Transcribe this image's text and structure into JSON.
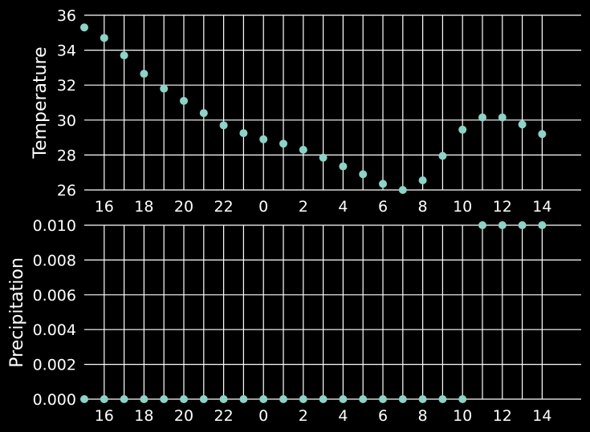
{
  "chart_data": [
    {
      "type": "scatter",
      "ylabel": "Temperature",
      "xlabel": "",
      "x_tick_labels": [
        "16",
        "18",
        "20",
        "22",
        "0",
        "2",
        "4",
        "6",
        "8",
        "10",
        "12",
        "14"
      ],
      "y_tick_labels": [
        "26",
        "28",
        "30",
        "32",
        "34",
        "36"
      ],
      "ylim": [
        26,
        36
      ],
      "grid": true,
      "marker_color": "#8dd3c7",
      "x_hours": [
        15,
        16,
        17,
        18,
        19,
        20,
        21,
        22,
        23,
        0,
        1,
        2,
        3,
        4,
        5,
        6,
        7,
        8,
        9,
        10,
        11,
        12,
        13,
        14
      ],
      "y": [
        35.3,
        34.7,
        33.7,
        32.65,
        31.8,
        31.1,
        30.4,
        29.7,
        29.25,
        28.9,
        28.65,
        28.3,
        27.85,
        27.35,
        26.9,
        26.35,
        26.0,
        26.55,
        27.95,
        29.45,
        30.15,
        30.15,
        29.75,
        29.2
      ]
    },
    {
      "type": "scatter",
      "ylabel": "Precipitation",
      "xlabel": "",
      "x_tick_labels": [
        "16",
        "18",
        "20",
        "22",
        "0",
        "2",
        "4",
        "6",
        "8",
        "10",
        "12",
        "14"
      ],
      "y_tick_labels": [
        "0.000",
        "0.002",
        "0.004",
        "0.006",
        "0.008",
        "0.010"
      ],
      "ylim": [
        0,
        0.01
      ],
      "grid": true,
      "marker_color": "#8dd3c7",
      "x_hours": [
        15,
        16,
        17,
        18,
        19,
        20,
        21,
        22,
        23,
        0,
        1,
        2,
        3,
        4,
        5,
        6,
        7,
        8,
        9,
        10,
        11,
        12,
        13,
        14
      ],
      "y": [
        0,
        0,
        0,
        0,
        0,
        0,
        0,
        0,
        0,
        0,
        0,
        0,
        0,
        0,
        0,
        0,
        0,
        0,
        0,
        0,
        0.01,
        0.01,
        0.01,
        0.01
      ]
    }
  ]
}
